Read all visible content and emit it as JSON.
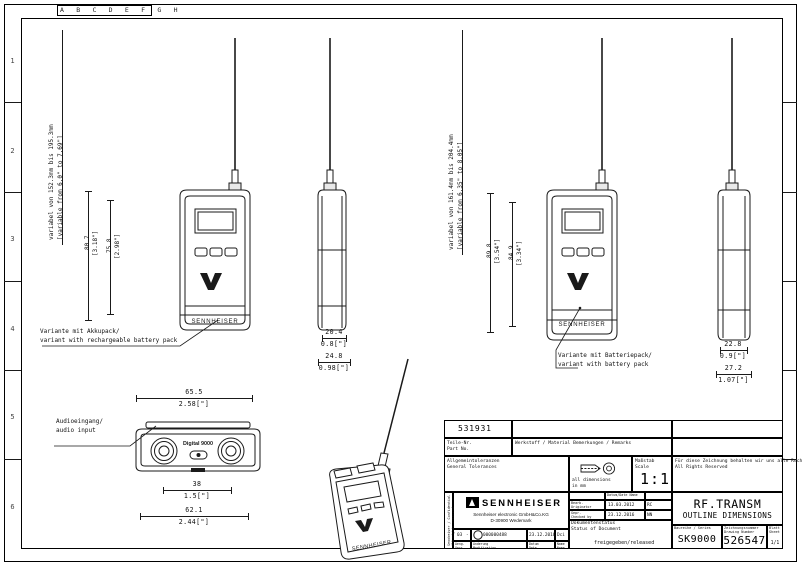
{
  "sheet": {
    "column_letters": "A B C D E F G H",
    "row_numbers": [
      "1",
      "2",
      "3",
      "4",
      "5",
      "6"
    ]
  },
  "annotations": {
    "left_vertical": "variabel von 152.3mm bis 195.3mm\n[variable from 6.0\" to 7.69\"]",
    "mid_vertical": "variabel von 161.4mm bis 204.4mm\n[variable from 6.35\" to 8.05\"]",
    "akkupack": "Variante mit Akkupack/\nvariant with rechargeable battery pack",
    "batteriepack": "Variante mit Batteriepack/\nvariant with battery pack",
    "audio_input": "Audioeingang/\naudio input"
  },
  "dimensions": {
    "front_h1_mm": "80.7",
    "front_h1_in": "[3.18\"]",
    "front_h2_mm": "75.8",
    "front_h2_in": "[2.98\"]",
    "side_w1_mm": "20.4",
    "side_w1_in": "0.8[\"]",
    "side_w2_mm": "24.8",
    "side_w2_in": "0.98[\"]",
    "batt_h1_mm": "89.8",
    "batt_h1_in": "[3.54\"]",
    "batt_h2_mm": "84.9",
    "batt_h2_in": "[3.34\"]",
    "battside_w1_mm": "22.8",
    "battside_w1_in": "0.9[\"]",
    "battside_w2_mm": "27.2",
    "battside_w2_in": "1.07[\"]",
    "bottom_w1_mm": "65.5",
    "bottom_w1_in": "2.58[\"]",
    "bottom_w2_mm": "38",
    "bottom_w2_in": "1.5[\"]",
    "bottom_w3_mm": "62.1",
    "bottom_w3_in": "2.44[\"]"
  },
  "device": {
    "brand_label": "SENNHEISER",
    "bottom_panel_label": "Digital 9000"
  },
  "title_block": {
    "part_number_value": "531931",
    "part_no_label": "Teile-Nr.\nPart No.",
    "material_label": "Werkstoff / Material Bemerkungen / Remarks",
    "tolerances_label": "Allgemeintoleranzen\nGeneral Tolerances",
    "projection_label": "all dimensions\nin mm",
    "scale_label": "Maßstab\nScale",
    "scale_value": "1:1",
    "rights_label": "Für diese Zeichnung behalten wir uns alle Rechte vor\nAll Rights Reserved",
    "company_name": "SENNHEISER",
    "company_address": "Sennheiser electronic GmbH&Co.KG\nD-30900 Wedemark",
    "name_date_header": "Datum/Date Name",
    "originator_label": "Bearb.\nOriginator",
    "originator_date": "13.03.2012",
    "originator_name": "RC",
    "checked_label": "Gepr.\nChecked by",
    "checked_date": "23.12.2016",
    "checked_name": "NN",
    "status_label": "Dokumentenstatus\nStatus of Document",
    "status_value": "freigegeben/released",
    "rev_index": "03",
    "rev_dash": "-",
    "rev_number": "000000488",
    "rev_date": "23.12.2016",
    "rev_name": "Dci",
    "rev_col_headers": "Aeng.\nVers.",
    "rev_col_change": "Anderung\nModification",
    "rev_col_date": "Datum\nDate",
    "rev_col_name": "Name\nName",
    "series_label": "Baureihe / Series",
    "series_value": "SK9000",
    "drawing_no_label": "Zeichnungsnummer\nDrawing Number",
    "drawing_no_value": "526547",
    "sheet_label": "Blatt\nSheet",
    "sheet_value": "1/1",
    "drawing_title_1": "RF.TRANSM",
    "drawing_title_2": "OUTLINE DIMENSIONS",
    "side_vertical": "Sennheiser / Confidential\nAll rights reserved"
  }
}
